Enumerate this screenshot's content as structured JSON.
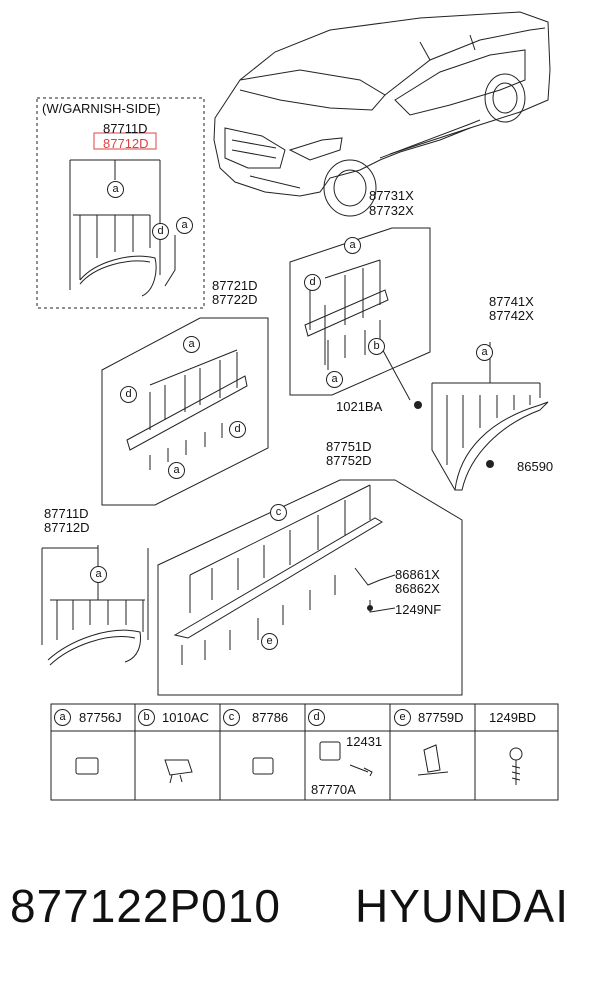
{
  "garnish_box": {
    "title": "(W/GARNISH-SIDE)",
    "part_a": "87711D",
    "part_b": "87712D"
  },
  "callouts": {
    "front_upper": "87731X",
    "front_lower": "87732X",
    "door_upper": "87721D",
    "door_lower": "87722D",
    "rear_arch_upper": "87741X",
    "rear_arch_lower": "87742X",
    "sill_upper": "87751D",
    "sill_lower": "87752D",
    "arch_upper": "87711D",
    "arch_lower": "87712D",
    "clip_1021": "1021BA",
    "clip_86590": "86590",
    "bracket_upper": "86861X",
    "bracket_lower": "86862X",
    "screw_1249nf": "1249NF"
  },
  "legend": {
    "a": "87756J",
    "b": "1010AC",
    "c": "87786",
    "d": "",
    "e": "87759D",
    "f": "1249BD",
    "d_sub1": "12431",
    "d_sub2": "87770A"
  },
  "footer": {
    "part_number": "877122P010",
    "brand": "HYUNDAI"
  },
  "letters": [
    "a",
    "b",
    "c",
    "d",
    "e"
  ]
}
